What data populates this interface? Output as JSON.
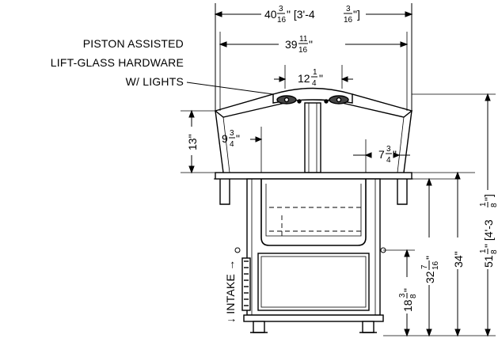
{
  "callout": {
    "line1": "PISTON ASSISTED",
    "line2": "LIFT-GLASS HARDWARE",
    "line3": "W/ LIGHTS"
  },
  "dimensions": {
    "overall_width": {
      "whole": "40",
      "num": "3",
      "den": "16",
      "suffix": "\" [3'-4",
      "num2": "3",
      "den2": "16",
      "suffix2": "\"]"
    },
    "inner_width": {
      "whole": "39",
      "num": "11",
      "den": "16",
      "suffix": "\""
    },
    "hardware_width": {
      "whole": "12",
      "num": "1",
      "den": "4",
      "suffix": "\""
    },
    "left_glass_depth": {
      "whole": "9",
      "num": "3",
      "den": "4",
      "suffix": "\""
    },
    "right_glass_depth": {
      "whole": "7",
      "num": "3",
      "den": "4",
      "suffix": "\""
    },
    "glass_height": {
      "text": "13\""
    },
    "counter_height": {
      "whole": "32",
      "num": "7",
      "den": "16",
      "suffix": "\""
    },
    "top_height": {
      "text": "34\""
    },
    "overall_height": {
      "whole": "51",
      "num": "1",
      "den": "8",
      "suffix": "\" [4'-3",
      "num2": "1",
      "den2": "8",
      "suffix2": "\"]"
    },
    "intake_height": {
      "whole": "18",
      "num": "3",
      "den": "8",
      "suffix": "\""
    }
  },
  "labels": {
    "intake": "↓ INTAKE →"
  }
}
